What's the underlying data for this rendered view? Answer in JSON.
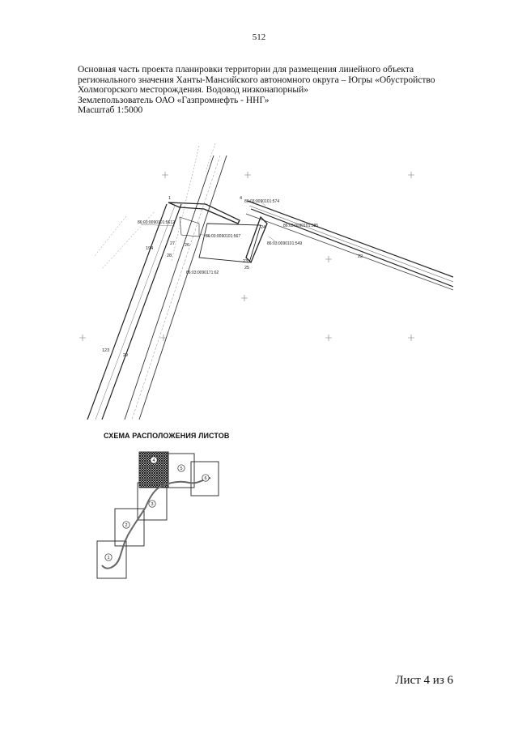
{
  "page_number": "512",
  "header": {
    "lines": [
      "Основная часть проекта планировки территории для размещения линейного объекта",
      "регионального значения Ханты-Мансийского автономного округа – Югры «Обустройство",
      "Холмогорского месторождения. Водовод низконапорный»",
      "Землепользователь ОАО «Газпромнефть - ННГ»",
      "Масштаб 1:5000"
    ]
  },
  "map": {
    "cadastral_numbers": [
      "86:03:0090101:574",
      "86:03:0090101:5612",
      "86:03:0090101:567",
      "86:03:0090101:585",
      "86:03:0090101:549",
      "86:03:0090171:62"
    ],
    "point_labels": [
      "1",
      "4",
      "24",
      "25",
      "26",
      "27",
      "28",
      "29",
      "23",
      "194",
      "123",
      "22"
    ]
  },
  "scheme": {
    "title": "СХЕМА РАСПОЛОЖЕНИЯ ЛИСТОВ",
    "sheets": [
      "1",
      "2",
      "3",
      "4",
      "5",
      "6"
    ],
    "current_sheet": "4"
  },
  "sheet_label": "Лист 4 из 6"
}
